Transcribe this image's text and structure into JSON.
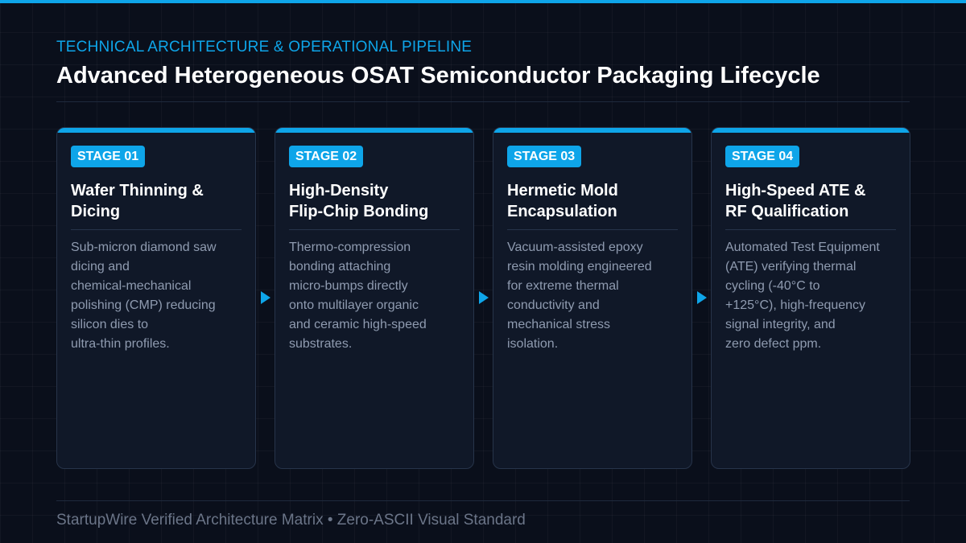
{
  "header": {
    "eyebrow": "TECHNICAL ARCHITECTURE & OPERATIONAL PIPELINE",
    "title": "Advanced Heterogeneous OSAT Semiconductor Packaging Lifecycle"
  },
  "stages": [
    {
      "badge": "STAGE 01",
      "title": "Wafer Thinning &\nDicing",
      "description": "Sub-micron diamond saw\ndicing and\nchemical-mechanical\npolishing (CMP) reducing\nsilicon dies to\nultra-thin profiles."
    },
    {
      "badge": "STAGE 02",
      "title": "High-Density\nFlip-Chip Bonding",
      "description": "Thermo-compression\nbonding attaching\nmicro-bumps directly\nonto multilayer organic\nand ceramic high-speed\nsubstrates."
    },
    {
      "badge": "STAGE 03",
      "title": "Hermetic Mold\nEncapsulation",
      "description": "Vacuum-assisted epoxy\nresin molding engineered\nfor extreme thermal\nconductivity and\nmechanical stress\nisolation."
    },
    {
      "badge": "STAGE 04",
      "title": "High-Speed ATE &\nRF Qualification",
      "description": "Automated Test Equipment\n(ATE) verifying thermal\ncycling (-40°C to\n+125°C), high-frequency\nsignal integrity, and\nzero defect ppm."
    }
  ],
  "footer": {
    "text": "StartupWire Verified Architecture Matrix  •  Zero-ASCII Visual Standard"
  },
  "colors": {
    "accent": "#0ea5e9",
    "background": "#0a0f1b",
    "card": "#101828"
  },
  "icons": {
    "connector": "arrow-right-icon"
  }
}
